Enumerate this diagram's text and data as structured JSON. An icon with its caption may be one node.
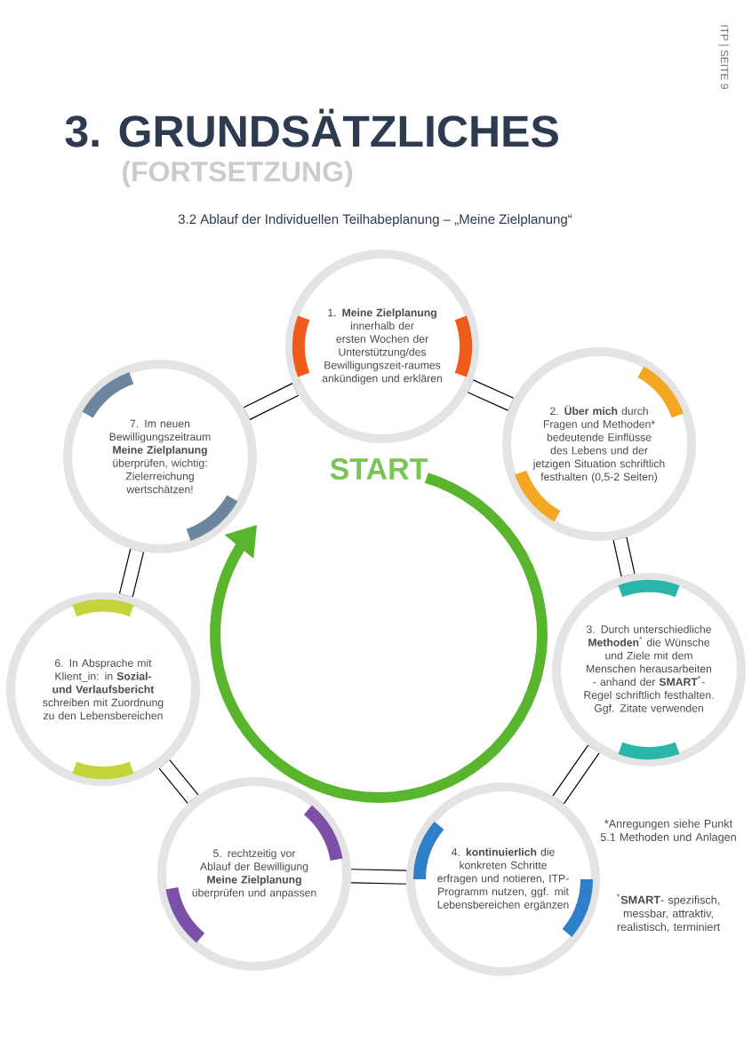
{
  "diagram": {
    "title": "3. GRUNDSÄTZLICHES",
    "nodes": [
      {
        "text": [
          "1. **Meine Zielplanung** innerhalb der ersten Wochen der Unterstützung/des Bewilligungszeit-raumes ankündigen und erklären"
        ]
      },
      {
        "text": [
          "2. **Über mich** durch Fragen und Methoden* bedeutende Einflüsse des Lebens und der jetzigen Situation schriftlich festhalten (0,5-2 Seiten)"
        ]
      },
      {
        "text": [
          "3. Durch unterschiedliche **Methoden**$^{*}$ die Wünsche und Ziele mit dem Menschen herausarbeiten - anhand der **SMART**$^{*}$-Regel schriftlich festhalten. Ggf. Zitate verwenden"
        ]
      },
      {
        "text": [
          "4. **kontinuierlich** die konkreten Schritte erfragen und notieren, ITP-Programm nutzen, ggf. mit Lebensbereichen ergänzen"
        ]
      },
      {
        "text": [
          "5. rechtzeitig vor Ablauf der Bewilligung **Meine Zielplanung** überprüfen und anpassen"
        ]
      },
      {
        "text": [
          "6. In Absprache mit Klient_in: in **Sozial- und Verlaufsbericht** schreiben mit Zuordnung zu den Lebensbereichen"
        ]
      },
      {
        "text": [
          "7. Im neuen Bewilligungszeitraum **Meine Zielplanung** überprüfen, wichtig: Zielerreichung wertschätzen!"
        ]
      }
    ],
    "edges": [
      {
        "from": 0,
        "to": 1,
        "arrow": "none"
      },
      {
        "from": 1,
        "to": 2,
        "arrow": "none"
      },
      {
        "from": 2,
        "to": 3,
        "arrow": "none"
      },
      {
        "from": 3,
        "to": 4,
        "arrow": "none"
      },
      {
        "from": 4,
        "to": 5,
        "arrow": "none"
      },
      {
        "from": 5,
        "to": 6,
        "arrow": "none"
      },
      {
        "from": 6,
        "to": 0,
        "arrow": "none"
      }
    ],
    "labels": [
      "ITP | SEITE 9",
      "(FORTSETZUNG)",
      "3.2 Ablauf der Individuellen Teilhabeplanung – „Meine Zielplanung“",
      "START",
      "*Anregungen siehe Punkt 5.1 Methoden und Anlagen",
      "$^{*}$**SMART**- spezifisch, messbar, attraktiv, realistisch, terminiert"
    ]
  }
}
